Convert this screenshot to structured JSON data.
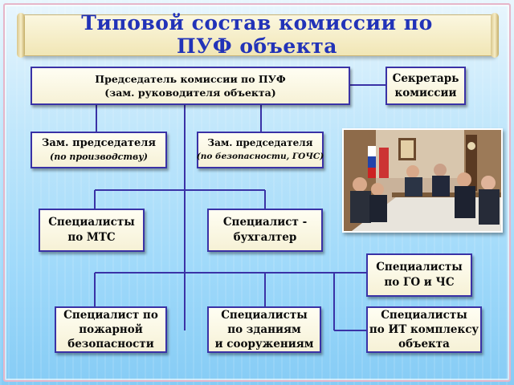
{
  "title": "Типовой  состав  комиссии  по\nПУФ объекта",
  "colors": {
    "box_border": "#3a32a6",
    "connector": "#3a32a6",
    "title_text": "#2233b8",
    "box_fill": "#fffef3"
  },
  "boxes": {
    "chairman": {
      "line1": "Председатель  комиссии  по  ПУФ",
      "line2": "(зам. руководителя объекта)"
    },
    "secretary": {
      "line1": "Секретарь",
      "line2": "комиссии"
    },
    "deputy_production": {
      "line1": "Зам. председателя",
      "line2": "(по производству)"
    },
    "deputy_safety": {
      "line1": "Зам. председателя",
      "line2": "(по безопасности, ГОЧС)"
    },
    "mts": {
      "line1": "Специалисты",
      "line2": "по МТС"
    },
    "accountant": {
      "line1": "Специалист -",
      "line2": "бухгалтер"
    },
    "go_chs": {
      "line1": "Специалисты",
      "line2": "по  ГО и ЧС"
    },
    "fire_safety": {
      "line1": "Специалист по",
      "line2": "пожарной",
      "line3": "безопасности"
    },
    "buildings": {
      "line1": "Специалисты",
      "line2": "по зданиям",
      "line3": "и сооружениям"
    },
    "it_complex": {
      "line1": "Специалисты",
      "line2": "по ИТ комплексу",
      "line3": "объекта"
    }
  },
  "photo": {
    "icon": "meeting-photo"
  }
}
